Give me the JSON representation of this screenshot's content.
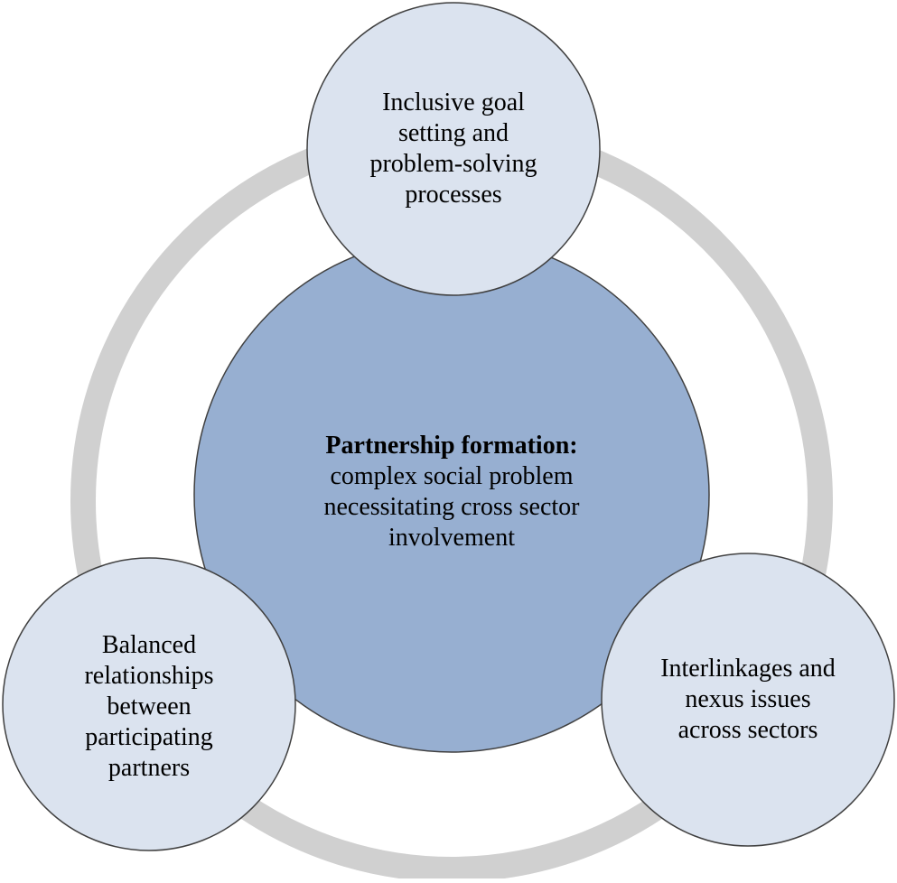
{
  "colors": {
    "ring": "#d0d0d0",
    "center_fill": "#97afd1",
    "outer_fill": "#dbe3ef",
    "outline": "#404040",
    "text": "#000000"
  },
  "center": {
    "title": "Partnership formation:",
    "lines": [
      "complex social problem",
      "necessitating cross sector",
      "involvement"
    ]
  },
  "nodes": {
    "top": {
      "lines": [
        "Inclusive goal",
        "setting and",
        "problem-solving",
        "processes"
      ]
    },
    "left": {
      "lines": [
        "Balanced",
        "relationships",
        "between",
        "participating",
        "partners"
      ]
    },
    "right": {
      "lines": [
        "Interlinkages and",
        "nexus issues",
        "across sectors"
      ]
    }
  }
}
